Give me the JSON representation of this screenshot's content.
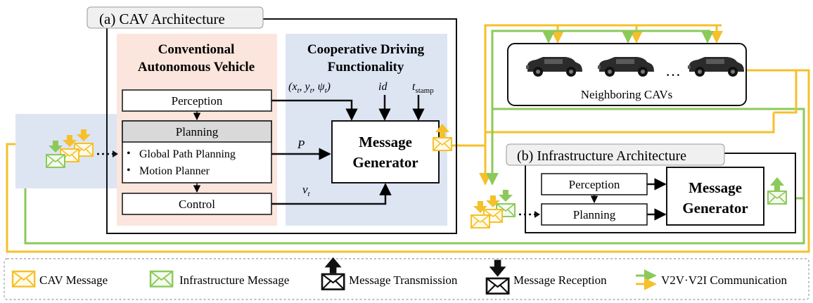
{
  "colors": {
    "green": "#8cc95a",
    "yellow": "#f5c02b",
    "pink_panel": "#fbe5dc",
    "blue_panel": "#dde5f3",
    "planning_header": "#d9d9d9",
    "title_tab": "#f0f0f0"
  },
  "cav": {
    "title": "(a) CAV Architecture",
    "conventional": {
      "line1": "Conventional",
      "line2": "Autonomous Vehicle"
    },
    "cooperative": {
      "line1": "Cooperative Driving",
      "line2": "Functionality"
    },
    "perception": "Perception",
    "planning": "Planning",
    "bullet": "•",
    "global_path": "Global Path Planning",
    "motion_planner": "Motion Planner",
    "control": "Control",
    "message_generator": {
      "line1": "Message",
      "line2": "Generator"
    },
    "inputs": {
      "pose": "(x",
      "pose_sub_t": "t",
      "pose_y": ", y",
      "pose_psi": ", ψ",
      "pose_close": ")",
      "id": "id",
      "t": "t",
      "stamp": "stamp",
      "P": "P",
      "v": "v",
      "v_sub": "t"
    }
  },
  "neighbors": {
    "label": "Neighboring CAVs",
    "ellipsis": "…"
  },
  "infra": {
    "title": "(b) Infrastructure Architecture",
    "perception": "Perception",
    "planning": "Planning",
    "message_generator": {
      "line1": "Message",
      "line2": "Generator"
    }
  },
  "legend": {
    "cav_message": "CAV Message",
    "infra_message": "Infrastructure Message",
    "transmission": "Message Transmission",
    "reception": "Message Reception",
    "communication": "V2V·V2I Communication"
  },
  "icons": {
    "cav_message": "envelope-yellow-icon",
    "infra_message": "envelope-green-icon",
    "transmission": "envelope-up-arrow-icon",
    "reception": "envelope-down-arrow-icon",
    "vehicle": "car-icon"
  }
}
